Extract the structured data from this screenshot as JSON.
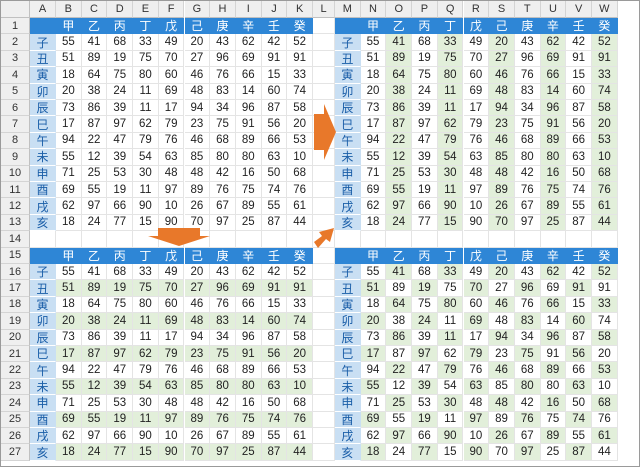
{
  "columns": [
    "A",
    "B",
    "C",
    "D",
    "E",
    "F",
    "G",
    "H",
    "I",
    "J",
    "K",
    "L",
    "M",
    "N",
    "O",
    "P",
    "Q",
    "R",
    "S",
    "T",
    "U",
    "V",
    "W"
  ],
  "rows": [
    "1",
    "2",
    "3",
    "4",
    "5",
    "6",
    "7",
    "8",
    "9",
    "10",
    "11",
    "12",
    "13",
    "14",
    "15",
    "16",
    "17",
    "18",
    "19",
    "20",
    "21",
    "22",
    "23",
    "24",
    "25",
    "26",
    "27"
  ],
  "stems": [
    "甲",
    "乙",
    "丙",
    "丁",
    "戊",
    "己",
    "庚",
    "辛",
    "壬",
    "癸"
  ],
  "branches": [
    "子",
    "丑",
    "寅",
    "卯",
    "辰",
    "巳",
    "午",
    "未",
    "申",
    "酉",
    "戌",
    "亥"
  ],
  "values": [
    [
      55,
      41,
      68,
      33,
      49,
      20,
      43,
      62,
      42,
      52
    ],
    [
      51,
      89,
      19,
      75,
      70,
      27,
      96,
      69,
      91,
      91
    ],
    [
      18,
      64,
      75,
      80,
      60,
      46,
      76,
      66,
      15,
      33
    ],
    [
      20,
      38,
      24,
      11,
      69,
      48,
      83,
      14,
      60,
      74
    ],
    [
      73,
      86,
      39,
      11,
      17,
      94,
      34,
      96,
      87,
      58
    ],
    [
      17,
      87,
      97,
      62,
      79,
      23,
      75,
      91,
      56,
      20
    ],
    [
      94,
      22,
      47,
      79,
      76,
      46,
      68,
      89,
      66,
      53
    ],
    [
      55,
      12,
      39,
      54,
      63,
      85,
      80,
      80,
      63,
      10
    ],
    [
      71,
      25,
      53,
      30,
      48,
      48,
      42,
      16,
      50,
      68
    ],
    [
      69,
      55,
      19,
      11,
      97,
      89,
      76,
      75,
      74,
      76
    ],
    [
      62,
      97,
      66,
      90,
      10,
      26,
      67,
      89,
      55,
      61
    ],
    [
      18,
      24,
      77,
      15,
      90,
      70,
      97,
      25,
      87,
      44
    ]
  ],
  "tables": [
    {
      "id": "top-left",
      "highlight": "none"
    },
    {
      "id": "top-right",
      "highlight": "alternate-columns"
    },
    {
      "id": "bottom-left",
      "highlight": "alternate-rows"
    },
    {
      "id": "bottom-right",
      "highlight": "checkerboard-columns"
    }
  ],
  "colors": {
    "header_blue": "#2e86d6",
    "label_blue": "#c9dff3",
    "highlight_green": "#e2efda",
    "arrow_orange": "#e8782a"
  }
}
